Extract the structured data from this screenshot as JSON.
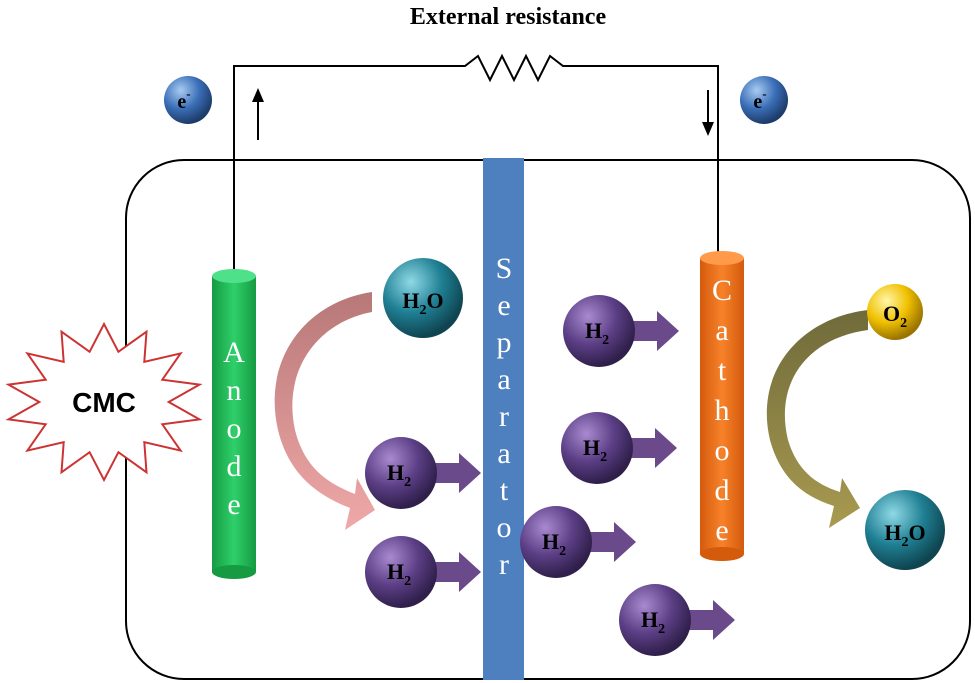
{
  "title": "External resistance",
  "electron_label": "e",
  "electron_superscript": "-",
  "anode_label": "Anode",
  "separator_label": "Separator",
  "cathode_label": "Cathode",
  "substrate_label": "CMC",
  "water": {
    "base": "H",
    "sub": "2",
    "tail": "O"
  },
  "hydrogen": {
    "base": "H",
    "sub": "2"
  },
  "oxygen": {
    "base": "O",
    "sub": "2"
  },
  "colors": {
    "anode": "#22bb55",
    "cathode": "#ee6a16",
    "separator": "#4e7fbf",
    "hydrogen": "#5c3f86",
    "water": "#1f7f93",
    "oxygen": "#f0c000",
    "electron": "#3b6fb8",
    "anode_arrow": "#d98c8c",
    "cathode_arrow": "#8a8040",
    "h2_arrow": "#6a4a8a"
  }
}
